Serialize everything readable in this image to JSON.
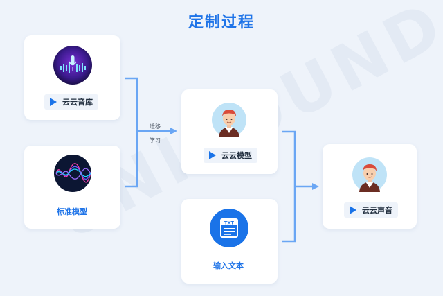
{
  "title": "定制过程",
  "watermark": "UNISOUND",
  "nodes": {
    "yun_library": "云云音库",
    "standard_model": "标准模型",
    "yun_model": "云云模型",
    "input_text": "输入文本",
    "yun_voice": "云云声音"
  },
  "arrow_labels": [
    "迁移",
    "学习"
  ],
  "txt_icon_label": "TXT",
  "colors": {
    "accent": "#1f74e8",
    "connector": "#6aa6f4",
    "background": "#eef3fa"
  }
}
